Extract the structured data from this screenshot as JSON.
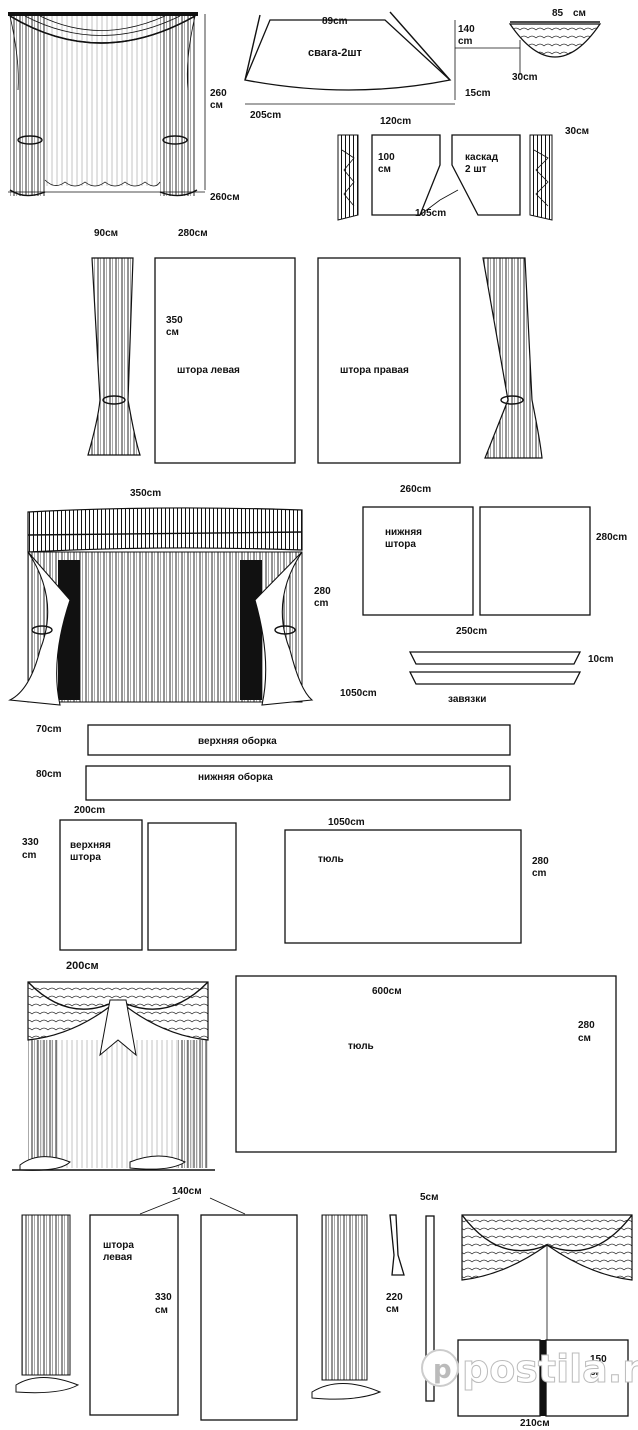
{
  "labels": {
    "s1_height": "260",
    "s1_height_unit": "см",
    "s1_width": "260см",
    "swag_top": "89cm",
    "swag_name": "свага-2шт",
    "swag_depth": "140",
    "swag_depth_unit": "cm",
    "swag_bottom": "205cm",
    "swag_side": "15cm",
    "cap_width": "85",
    "cap_width_unit": "см",
    "cap_side": "30cm",
    "cascade_top": "120cm",
    "cascade_side_w": "30см",
    "cascade_h": "100",
    "cascade_h_unit": "см",
    "cascade_name1": "каскад",
    "cascade_name2": "2 шт",
    "cascade_bottom": "105cm",
    "s2_w_small": "90см",
    "s2_w_panel": "280см",
    "s2_h": "350",
    "s2_h_unit": "см",
    "s2_left": "штора левая",
    "s2_right": "штора правая",
    "s3_width": "350cm",
    "s3_h": "280",
    "s3_h_unit": "cm",
    "lower_w": "260cm",
    "lower_name1": "нижняя",
    "lower_name2": "штора",
    "lower_h": "280cm",
    "ties_w": "250cm",
    "ties_h": "10cm",
    "ties_name": "завязки",
    "frill_w": "1050cm",
    "frill_upper_h": "70cm",
    "frill_upper": "верхняя оборка",
    "frill_lower_h": "80cm",
    "frill_lower": "нижняя оборка",
    "upper_w": "200cm",
    "upper_h": "330",
    "upper_h_unit": "cm",
    "upper_name1": "верхняя",
    "upper_name2": "штора",
    "tulle_w": "1050cm",
    "tulle_name": "тюль",
    "tulle_h": "280",
    "tulle_h_unit": "cm",
    "s4_width": "200см",
    "tulle2_w": "600см",
    "tulle2_name": "тюль",
    "tulle2_h": "280",
    "tulle2_h_unit": "см",
    "s5_w": "140см",
    "s5_left1": "штора",
    "s5_left2": "левая",
    "s5_h": "330",
    "s5_h_unit": "см",
    "s5_tie_w": "5см",
    "s5_tie_h": "220",
    "s5_tie_h_unit": "см",
    "s5_lam_h": "150",
    "s5_lam_h_unit": "см",
    "s5_lam_w": "210см",
    "watermark": "postila.ru"
  }
}
